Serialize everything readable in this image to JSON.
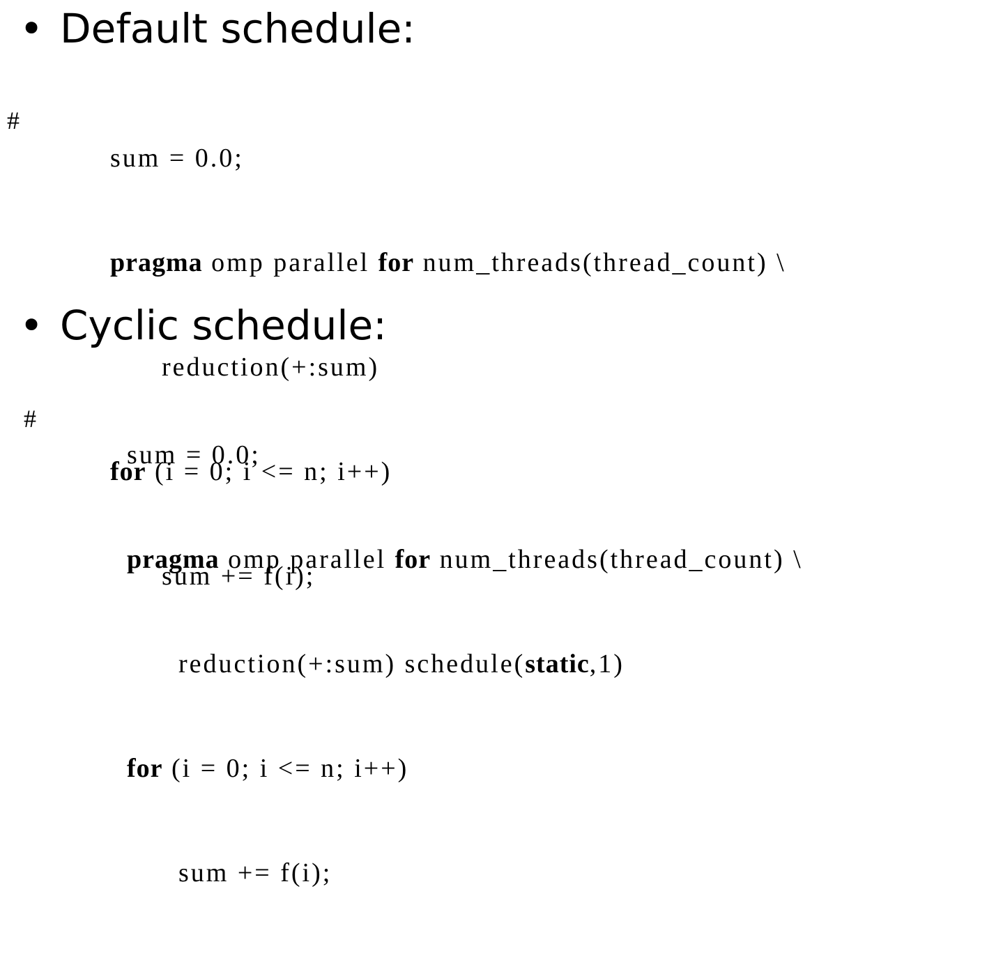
{
  "sections": [
    {
      "bullet": "•",
      "heading": "Default schedule:",
      "hash": "#",
      "lines": [
        {
          "parts": [
            {
              "t": "sum = 0.0;",
              "k": "mono"
            }
          ]
        },
        {
          "parts": [
            {
              "t": "pragma",
              "k": "kw"
            },
            {
              "t": " omp parallel ",
              "k": "mono"
            },
            {
              "t": "for",
              "k": "kw"
            },
            {
              "t": " num_threads(thread_count) \\",
              "k": "mono"
            }
          ]
        },
        {
          "parts": [
            {
              "t": "reduction(+:sum)",
              "k": "mono"
            }
          ]
        },
        {
          "parts": [
            {
              "t": "for",
              "k": "kw"
            },
            {
              "t": " (i = 0; i <= n; i++)",
              "k": "mono"
            }
          ]
        },
        {
          "parts": [
            {
              "t": "sum += f(i);",
              "k": "mono"
            }
          ]
        }
      ]
    },
    {
      "bullet": "•",
      "heading": "Cyclic schedule:",
      "hash": "#",
      "lines": [
        {
          "parts": [
            {
              "t": "sum = 0.0;",
              "k": "mono"
            }
          ]
        },
        {
          "parts": [
            {
              "t": "pragma",
              "k": "kw"
            },
            {
              "t": " omp parallel ",
              "k": "mono"
            },
            {
              "t": "for",
              "k": "kw"
            },
            {
              "t": " num_threads(thread_count) \\",
              "k": "mono"
            }
          ]
        },
        {
          "parts": [
            {
              "t": "reduction(+:sum) schedule(",
              "k": "mono"
            },
            {
              "t": "static",
              "k": "kw"
            },
            {
              "t": ",1)",
              "k": "mono"
            }
          ]
        },
        {
          "parts": [
            {
              "t": "for",
              "k": "kw"
            },
            {
              "t": " (i = 0; i <= n; i++)",
              "k": "mono"
            }
          ]
        },
        {
          "parts": [
            {
              "t": "sum += f(i);",
              "k": "mono"
            }
          ]
        }
      ]
    }
  ]
}
